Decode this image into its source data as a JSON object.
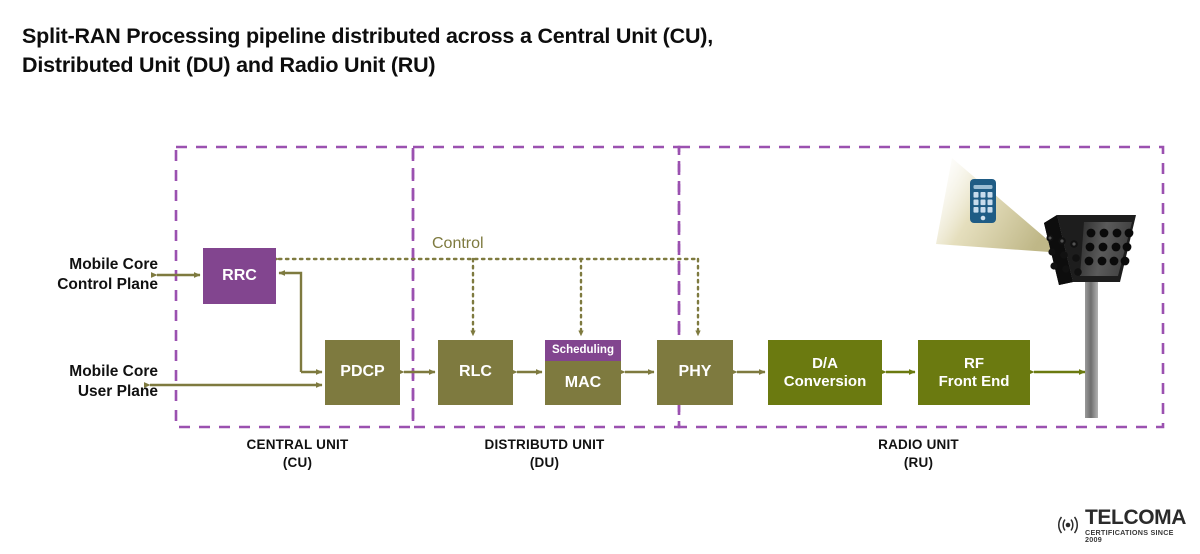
{
  "title": {
    "line1": "Split-RAN Processing pipeline distributed across a Central Unit (CU),",
    "line2": "Distributed Unit (DU) and Radio Unit (RU)"
  },
  "side_labels": {
    "control_plane": "Mobile Core\nControl Plane",
    "user_plane": "Mobile Core\nUser Plane"
  },
  "annotations": {
    "control_bus": "Control"
  },
  "blocks": {
    "rrc": "RRC",
    "pdcp": "PDCP",
    "rlc": "RLC",
    "mac_scheduling": "Scheduling",
    "mac": "MAC",
    "phy": "PHY",
    "da_conversion": "D/A\nConversion",
    "rf_front_end": "RF\nFront End"
  },
  "unit_captions": {
    "cu": "CENTRAL UNIT\n(CU)",
    "du": "DISTRIBUTD UNIT\n(DU)",
    "ru": "RADIO UNIT\n(RU)"
  },
  "logo": {
    "name": "TELCOMA",
    "tagline": "CERTIFICATIONS SINCE 2009",
    "icon": "wireless-signal-icon"
  },
  "graphics": {
    "antenna": "massive-mimo-antenna-panel",
    "handset": "smartphone-icon",
    "beam": "radio-beam-cone"
  },
  "colors": {
    "purple": "#82458F",
    "olive": "#7E7A3F",
    "green": "#6B7A10",
    "dashed_border": "#9B51B0",
    "arrow": "#7E7A3F",
    "phone_blue": "#1F5C85",
    "antenna_dark": "#1a1a1a",
    "beam": "#D9D3AE",
    "background": "#FFFFFF",
    "text": "#111111"
  }
}
